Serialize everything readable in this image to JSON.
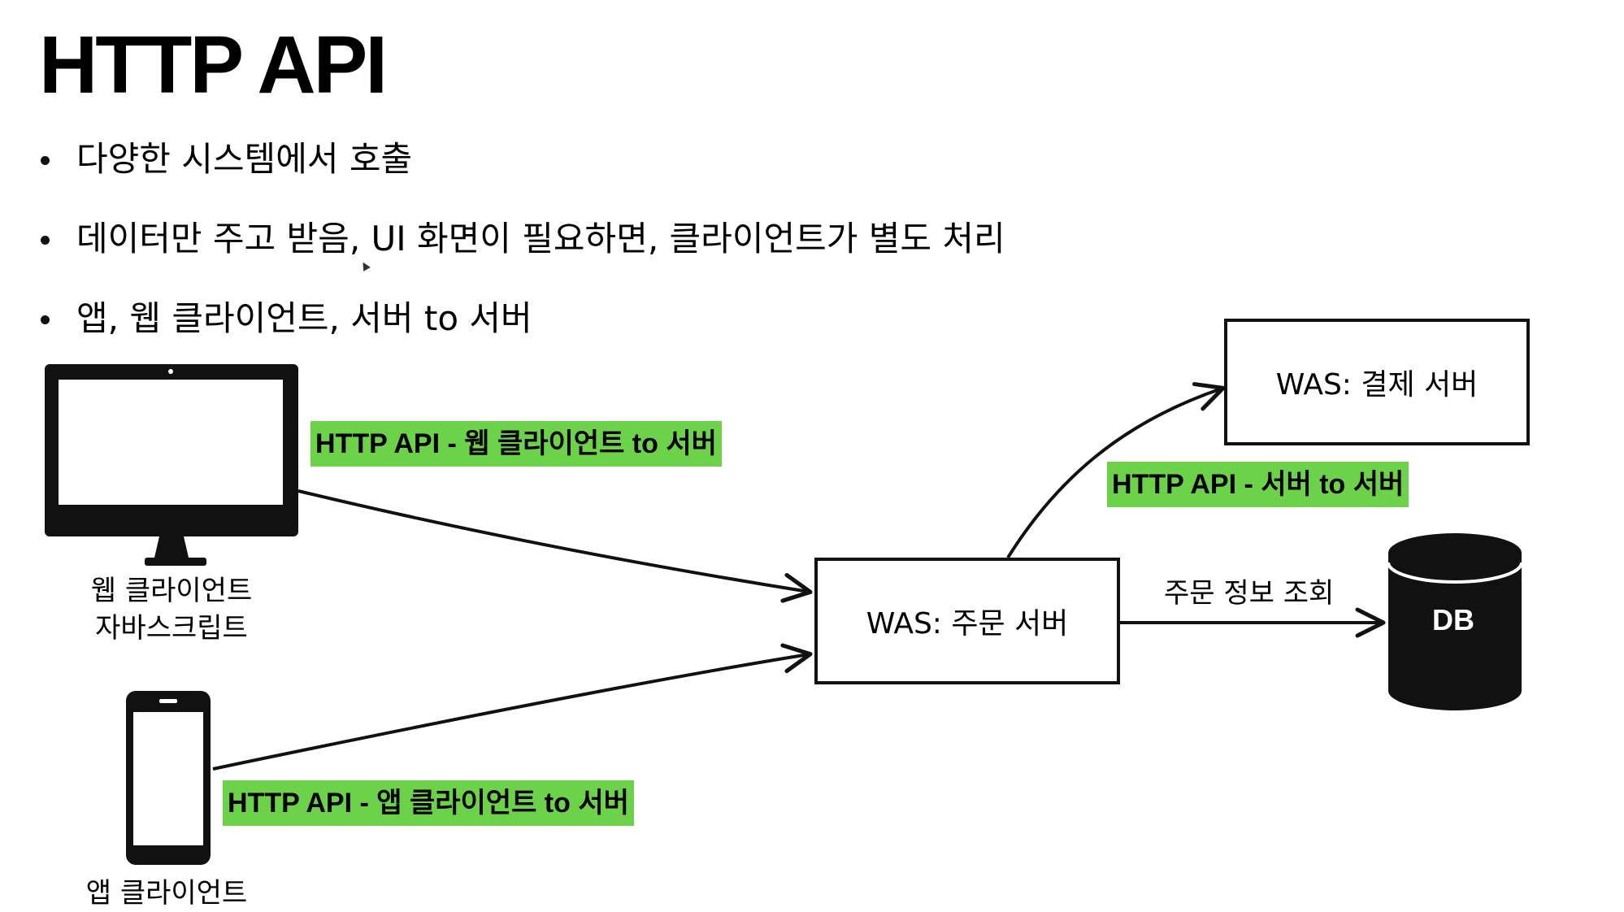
{
  "title": "HTTP API",
  "bullets": [
    "다양한 시스템에서 호출",
    "데이터만 주고 받음, UI 화면이 필요하면, 클라이언트가 별도 처리",
    "앱, 웹 클라이언트, 서버 to 서버"
  ],
  "nodes": {
    "web_client_caption_1": "웹 클라이언트",
    "web_client_caption_2": "자바스크립트",
    "app_client_caption": "앱 클라이언트",
    "order_server": "WAS: 주문 서버",
    "payment_server": "WAS: 결제 서버",
    "db": "DB"
  },
  "edges": {
    "web_to_server": "HTTP API - 웹 클라이언트 to 서버",
    "app_to_server": "HTTP API - 앱 클라이언트 to 서버",
    "server_to_server": "HTTP API - 서버 to 서버",
    "server_to_db": "주문 정보 조회"
  },
  "colors": {
    "tag_background": "#6cd24a",
    "stroke": "#111111"
  },
  "icons": {
    "web_client": "monitor-icon",
    "app_client": "smartphone-icon",
    "database": "database-cylinder-icon"
  }
}
